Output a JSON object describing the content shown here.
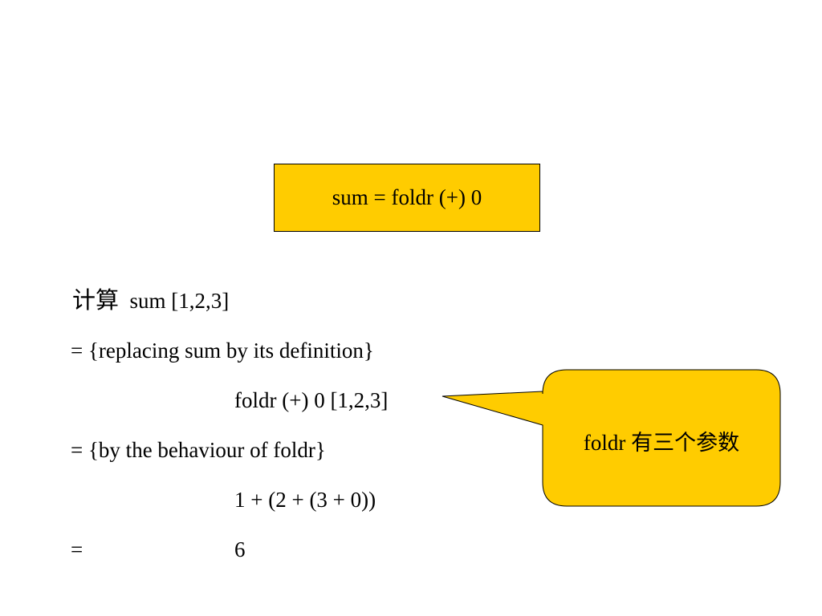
{
  "definition": {
    "text": "sum = foldr (+) 0"
  },
  "steps": {
    "compute_label": "计算",
    "compute_expr": "sum [1,2,3]",
    "step1_reason": "= {replacing sum by its definition}",
    "step1_result": "foldr (+) 0 [1,2,3]",
    "step2_reason": "= {by the behaviour of foldr}",
    "step2_result": "1 + (2 + (3 + 0))",
    "step3_eq": "=",
    "step3_result": "6"
  },
  "callout": {
    "prefix": "foldr",
    "suffix": "有三个参数"
  },
  "colors": {
    "box_fill": "#ffcc00",
    "callout_fill": "#ffcc00",
    "border": "#000000"
  }
}
